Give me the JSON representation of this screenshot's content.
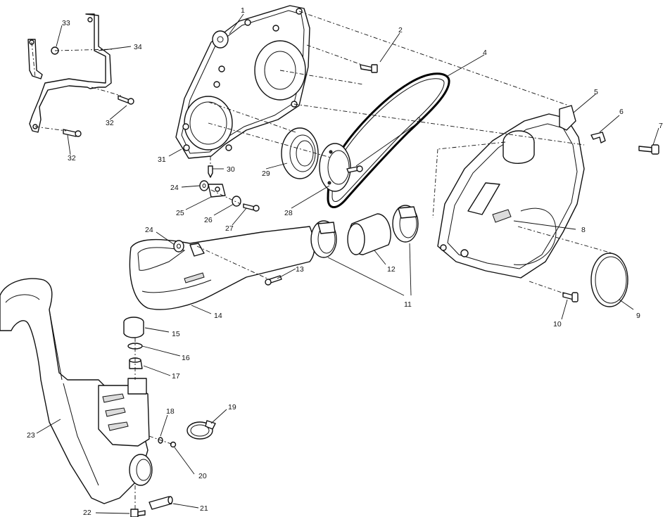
{
  "callouts": {
    "c1": "1",
    "c2": "2",
    "c3": "3",
    "c4": "4",
    "c5": "5",
    "c6": "6",
    "c7": "7",
    "c8": "8",
    "c9": "9",
    "c10": "10",
    "c11": "11",
    "c12": "12",
    "c13": "13",
    "c14": "14",
    "c15": "15",
    "c16": "16",
    "c17": "17",
    "c18": "18",
    "c19": "19",
    "c20": "20",
    "c21": "21",
    "c22": "22",
    "c23": "23",
    "c24a": "24",
    "c24b": "24",
    "c25": "25",
    "c26": "26",
    "c27": "27",
    "c28": "28",
    "c29": "29",
    "c30": "30",
    "c31": "31",
    "c32a": "32",
    "c32b": "32",
    "c33": "33",
    "c34": "34"
  }
}
